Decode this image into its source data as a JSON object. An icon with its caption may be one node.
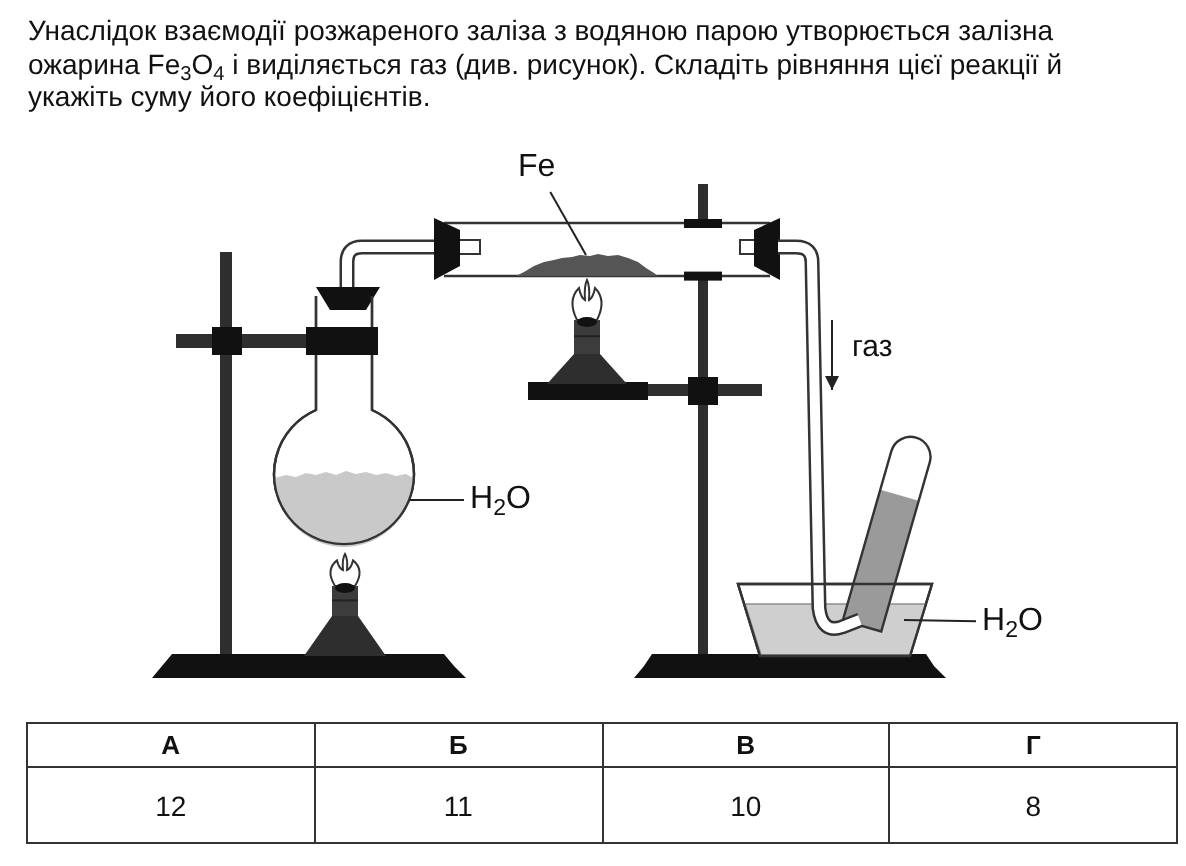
{
  "diagram": {
    "title": "Унаслідок взаємодії розжареного заліза з водяною парою утворюється залізна ожарина Fe$_{3}$O$_{4}$ і виділяється газ (див. рисунок). Складіть рівняння цієї реакції й укажіть суму його коефіцієнтів.",
    "nodes": [
      {
        "text": [
          "Fe"
        ]
      },
      {
        "text": [],
        "shape": "picture"
      },
      {
        "text": [
          "H$_{2}$O"
        ]
      },
      {
        "text": [],
        "shape": "picture"
      },
      {
        "text": [
          "H$_{2}$O"
        ]
      },
      {
        "text": [],
        "shape": "box"
      }
    ],
    "edges": [
      {
        "from": 0,
        "to": 1,
        "arrow": "none"
      },
      {
        "from": 2,
        "to": 3,
        "arrow": "none"
      },
      {
        "from": 4,
        "to": 5,
        "arrow": "none"
      }
    ],
    "labels": [
      "газ",
      "А",
      "Б",
      "В",
      "Г",
      "12",
      "11",
      "10",
      "8"
    ]
  }
}
